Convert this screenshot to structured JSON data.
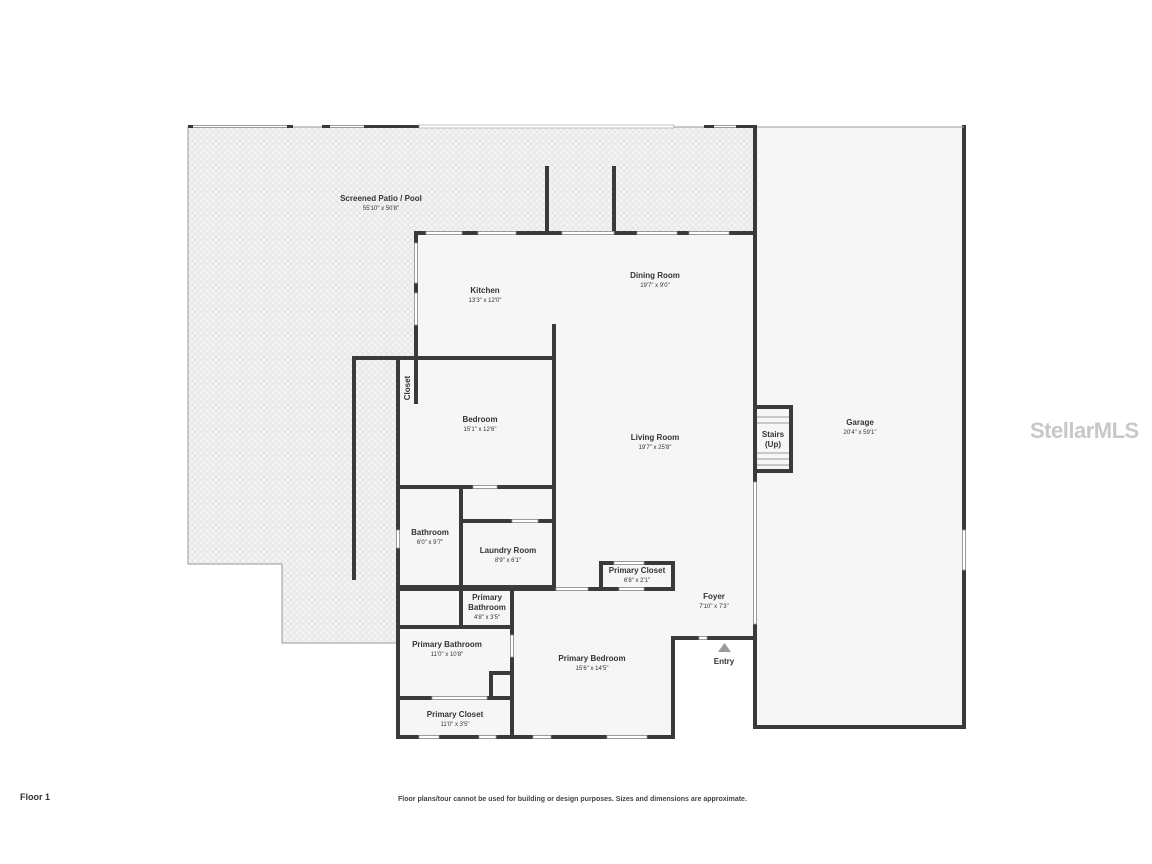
{
  "rooms": {
    "patio": {
      "name": "Screened Patio / Pool",
      "dim": "55'10\" x 50'8\""
    },
    "kitchen": {
      "name": "Kitchen",
      "dim": "13'3\" x 12'0\""
    },
    "dining": {
      "name": "Dining Room",
      "dim": "19'7\" x 9'0\""
    },
    "closet": {
      "name": "Closet"
    },
    "bedroom": {
      "name": "Bedroom",
      "dim": "15'1\" x 12'6\""
    },
    "living": {
      "name": "Living Room",
      "dim": "19'7\" x 25'8\""
    },
    "stairs": {
      "name1": "Stairs",
      "name2": "(Up)"
    },
    "garage": {
      "name": "Garage",
      "dim": "20'4\" x 59'1\""
    },
    "bathroom": {
      "name": "Bathroom",
      "dim": "6'0\" x 9'7\""
    },
    "laundry": {
      "name": "Laundry Room",
      "dim": "8'9\" x 6'1\""
    },
    "primary_closet_small": {
      "name": "Primary Closet",
      "dim": "6'8\" x 2'1\""
    },
    "foyer": {
      "name": "Foyer",
      "dim": "7'10\" x 7'3\""
    },
    "primary_bath_small": {
      "name1": "Primary",
      "name2": "Bathroom",
      "dim": "4'8\" x 3'5\""
    },
    "primary_bathroom": {
      "name": "Primary Bathroom",
      "dim": "11'0\" x 10'8\""
    },
    "primary_bedroom": {
      "name": "Primary Bedroom",
      "dim": "15'6\" x 14'5\""
    },
    "primary_closet": {
      "name": "Primary Closet",
      "dim": "11'0\" x 3'5\""
    }
  },
  "entry_label": "Entry",
  "floor_label": "Floor 1",
  "disclaimer": "Floor plans/tour cannot be used for building or design purposes. Sizes and dimensions are approximate.",
  "watermark": "StellarMLS",
  "colors": {
    "wall": "#3a3a3a",
    "floor": "#f5f5f5",
    "patio": "#ececec"
  }
}
